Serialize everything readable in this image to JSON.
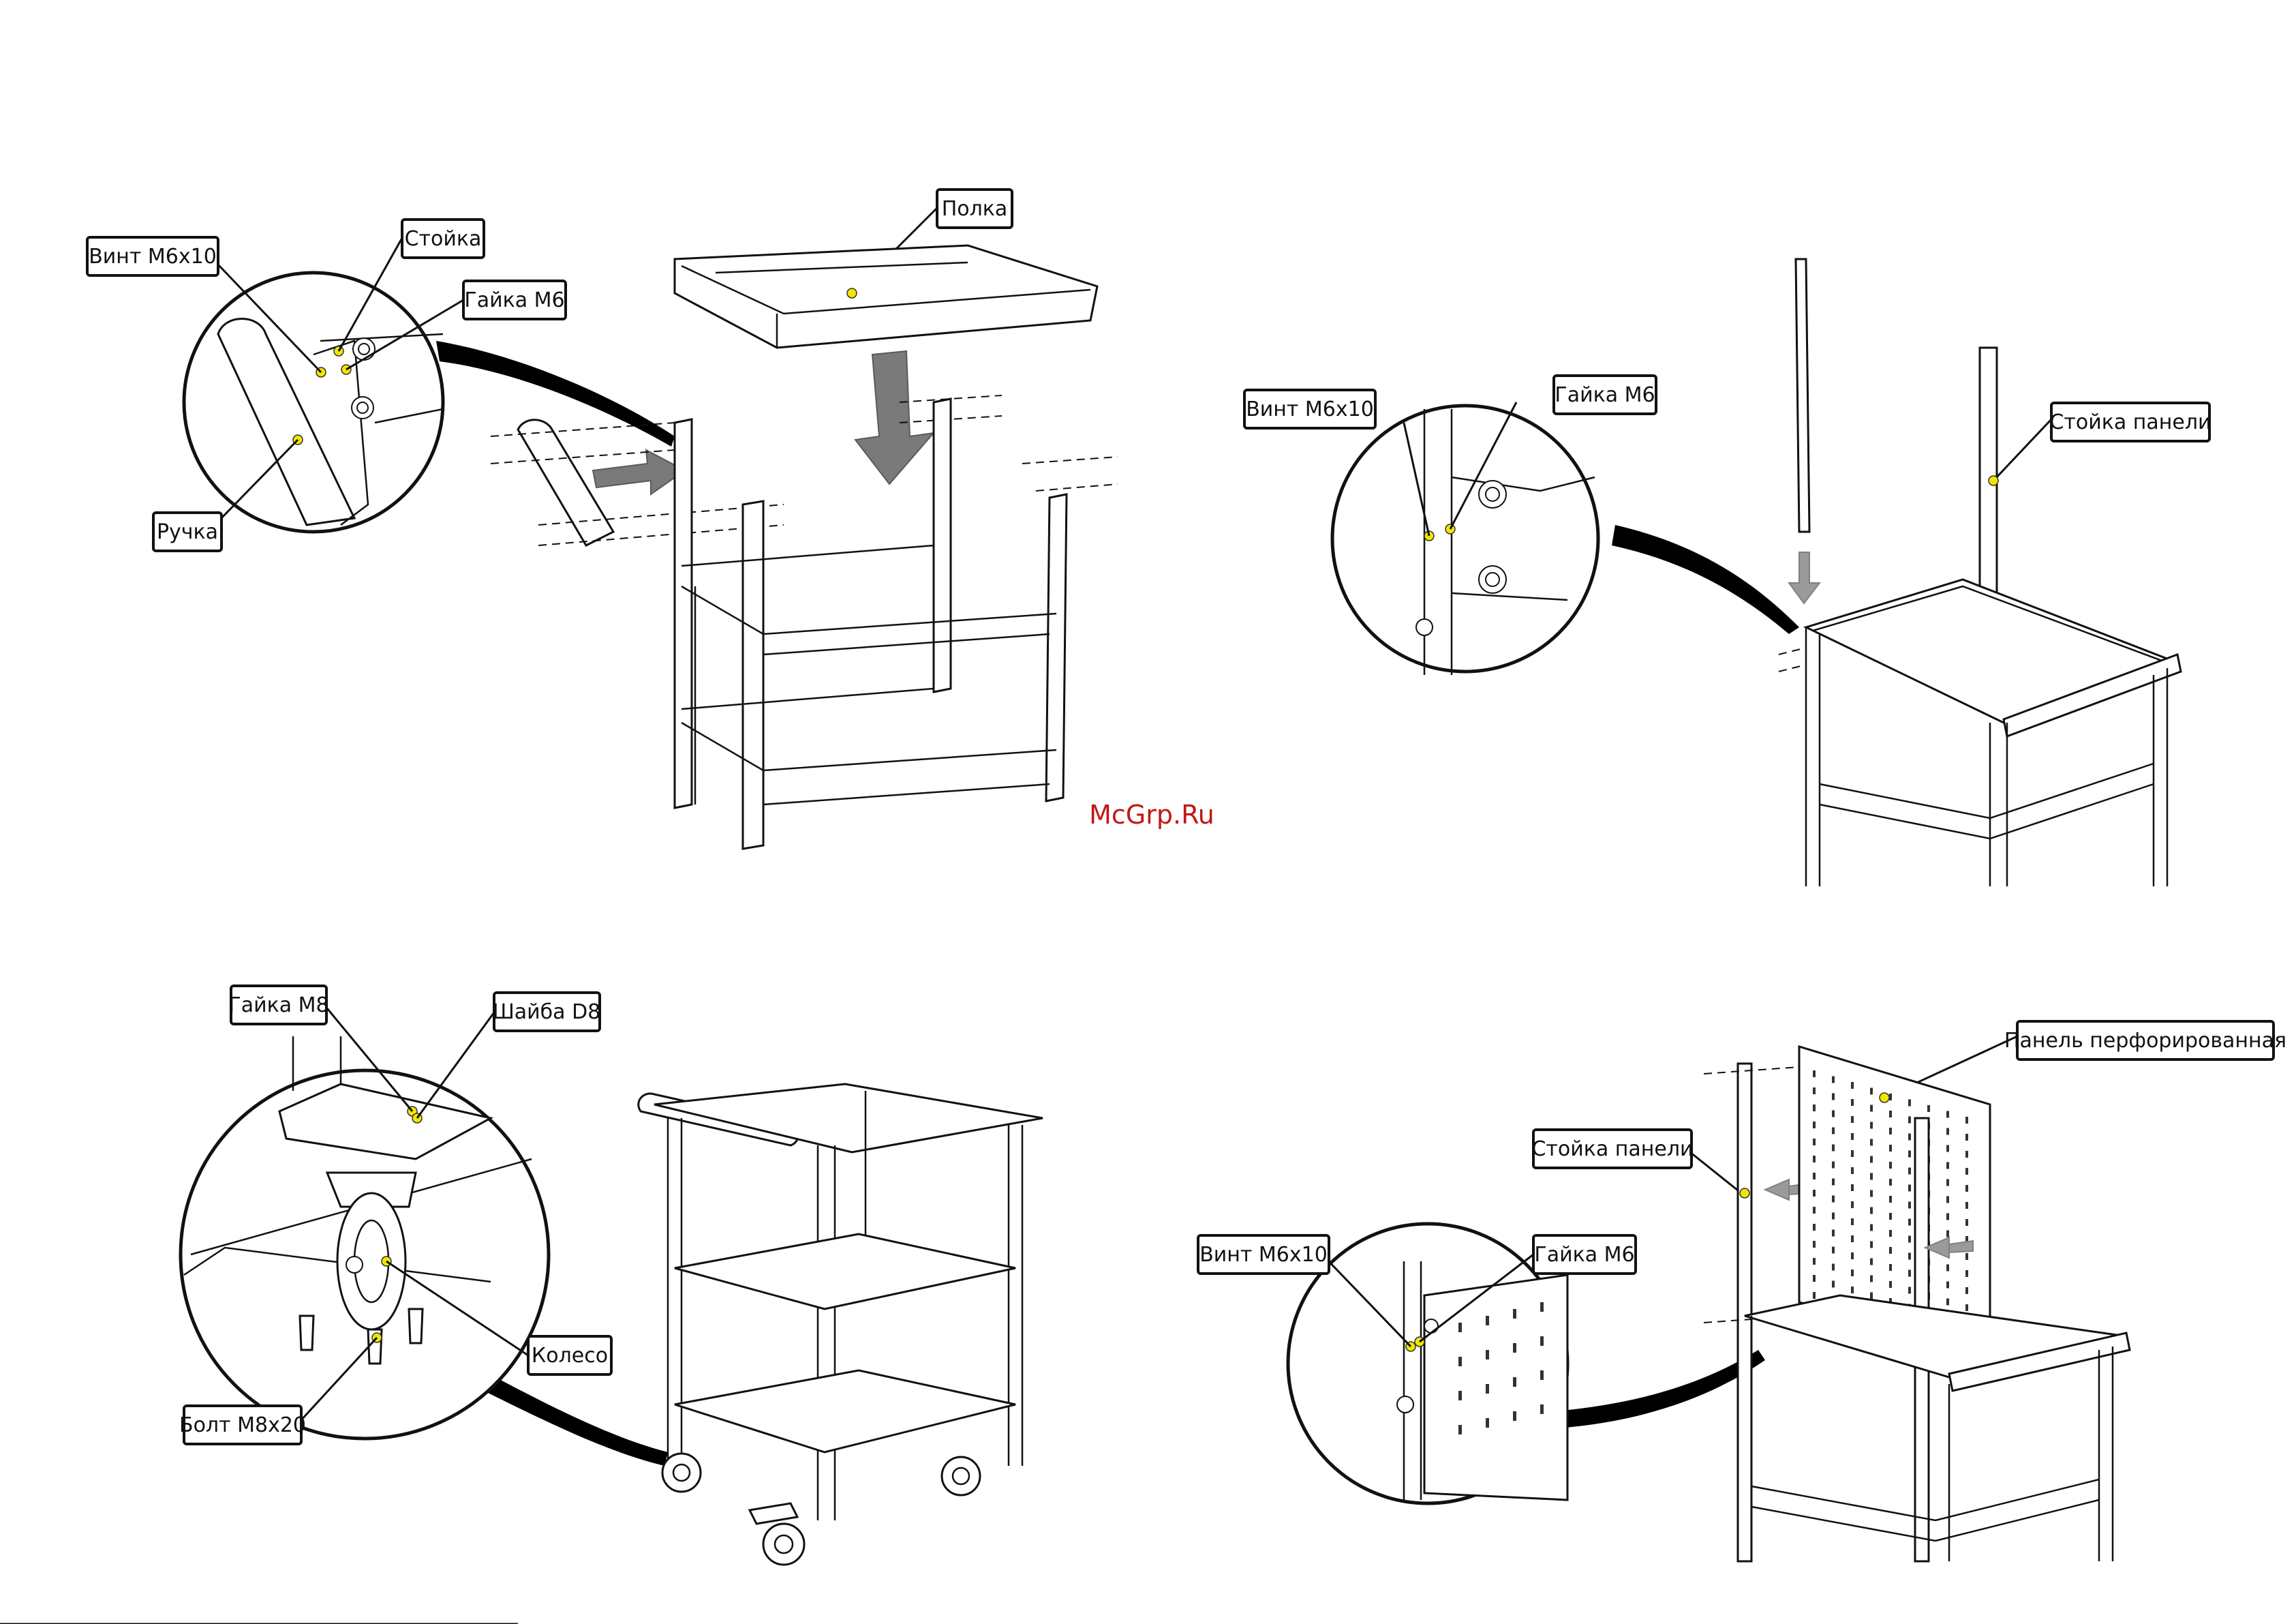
{
  "watermark": "McGrp.Ru",
  "panels": [
    {
      "id": "step-handle-shelf",
      "callouts": [
        "Винт М6х10",
        "Стойка",
        "Гайка М6",
        "Ручка",
        "Полка"
      ]
    },
    {
      "id": "step-panel-post",
      "callouts": [
        "Винт М6х10",
        "Гайка М6",
        "Стойка панели"
      ]
    },
    {
      "id": "step-wheels",
      "callouts": [
        "Гайка М8",
        "Шайба D8",
        "Колесо",
        "Болт М8х20"
      ]
    },
    {
      "id": "step-perforated-panel",
      "callouts": [
        "Панель перфорированная",
        "Стойка панели",
        "Винт М6х10",
        "Гайка М6"
      ]
    }
  ]
}
